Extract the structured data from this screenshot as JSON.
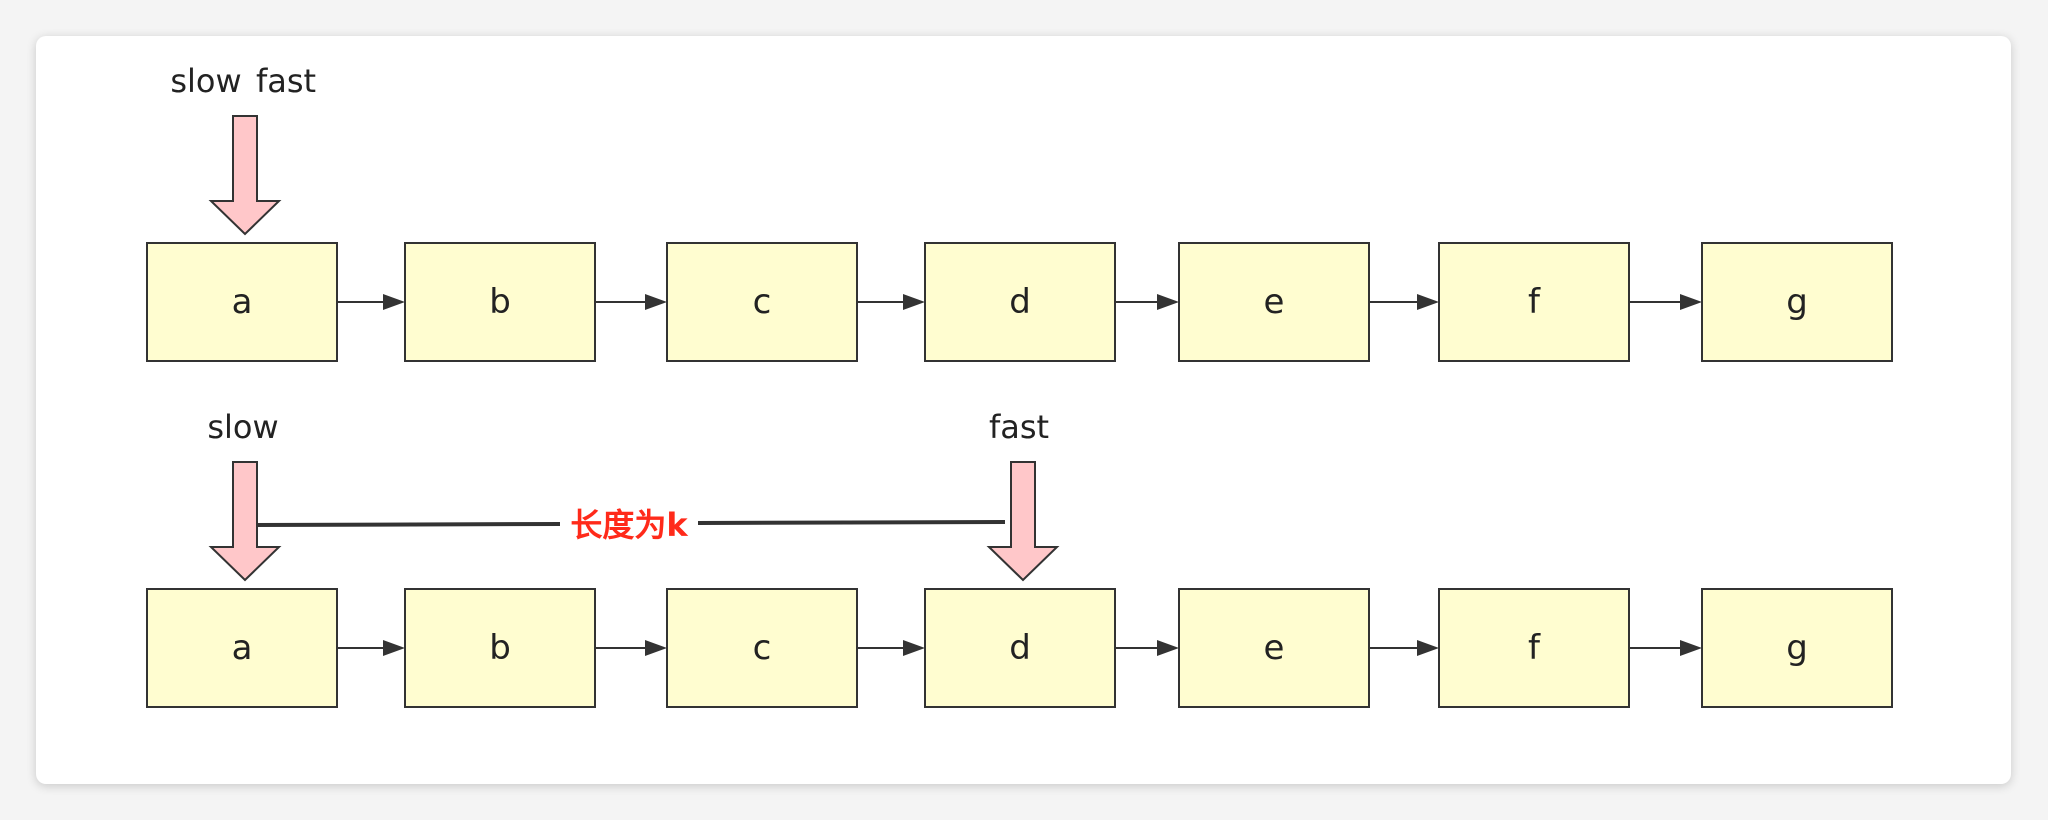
{
  "colors": {
    "node_fill": "#fffdd0",
    "pointer_fill": "#ffc7c9",
    "span_label": "#ff2a1a"
  },
  "rows": [
    {
      "nodes": [
        "a",
        "b",
        "c",
        "d",
        "e",
        "f",
        "g"
      ],
      "pointer_labels": [
        {
          "text": "slow",
          "node": 0
        },
        {
          "text": "fast",
          "node": 0
        }
      ],
      "pointers": [
        {
          "node": 0
        }
      ]
    },
    {
      "nodes": [
        "a",
        "b",
        "c",
        "d",
        "e",
        "f",
        "g"
      ],
      "pointer_labels": [
        {
          "text": "slow",
          "node": 0
        },
        {
          "text": "fast",
          "node": 3
        }
      ],
      "pointers": [
        {
          "node": 0
        },
        {
          "node": 3
        }
      ],
      "span": {
        "from": 0,
        "to": 3,
        "label": "长度为k"
      }
    }
  ]
}
